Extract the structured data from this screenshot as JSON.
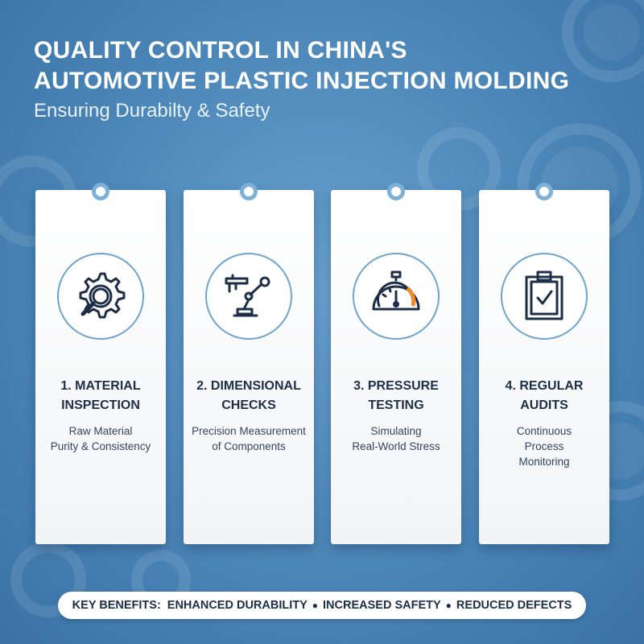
{
  "header": {
    "title_line1": "QUALITY CONTROL IN CHINA'S",
    "title_line2": "AUTOMOTIVE PLASTIC INJECTION MOLDING",
    "subtitle": "Ensuring Durabilty & Safety"
  },
  "cards": [
    {
      "title": "1. MATERIAL\nINSPECTION",
      "description": "Raw Material\nPurity & Consistency",
      "icon": "gear-magnifier-icon"
    },
    {
      "title": "2. DIMENSIONAL\nCHECKS",
      "description": "Precision Measurement\nof Components",
      "icon": "caliper-robot-arm-icon"
    },
    {
      "title": "3. PRESSURE\nTESTING",
      "description": "Simulating\nReal-World Stress",
      "icon": "pressure-gauge-icon"
    },
    {
      "title": "4. REGULAR\nAUDITS",
      "description": "Continuous\nProcess\nMonitoring",
      "icon": "clipboard-check-icon"
    }
  ],
  "footer": {
    "label": "KEY BENEFITS:",
    "benefits": [
      "ENHANCED DURABILITY",
      "INCREASED SAFETY",
      "REDUCED DEFECTS"
    ],
    "separator": "●"
  },
  "colors": {
    "background": "#4b86b8",
    "card": "#ffffff",
    "icon_stroke": "#1d2f48",
    "ring": "#6ea4cf",
    "accent_orange": "#f08a24",
    "text_dark": "#1d2f48"
  }
}
